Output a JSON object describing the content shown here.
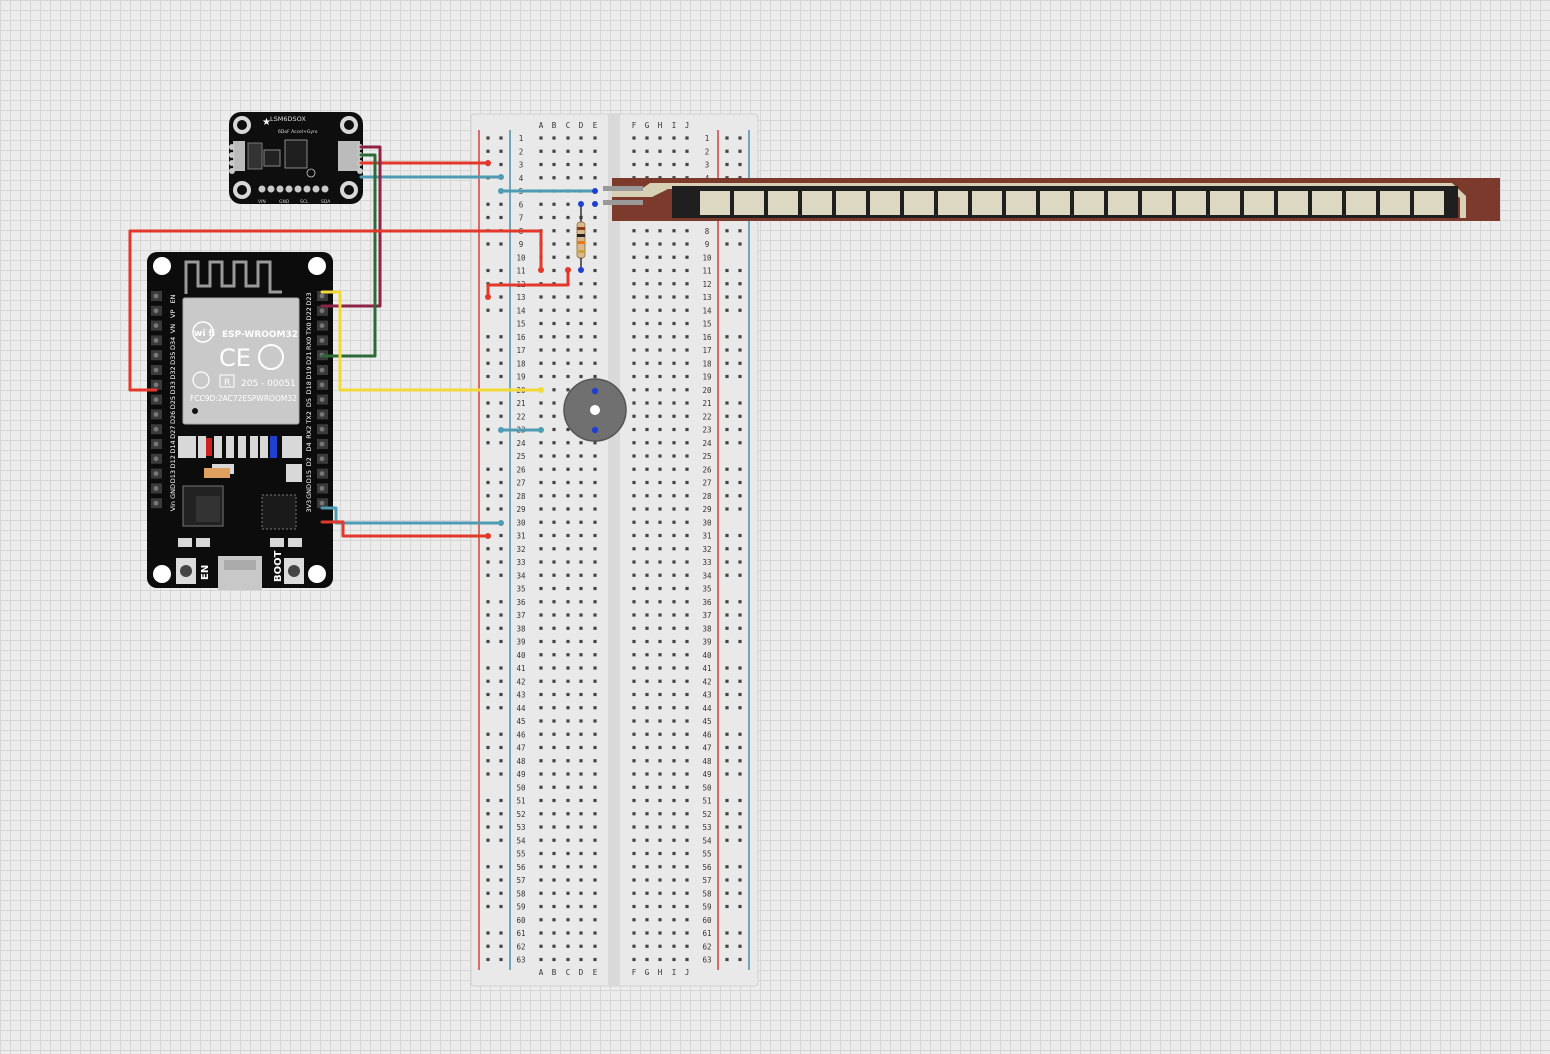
{
  "breadboard": {
    "columns_left": [
      "A",
      "B",
      "C",
      "D",
      "E"
    ],
    "columns_right": [
      "F",
      "G",
      "H",
      "I",
      "J"
    ],
    "rows": 63
  },
  "esp32": {
    "module_name": "ESP-WROOM32",
    "cert_number": "205 - 00051",
    "fcc_id": "FCC9D:2AC72ESPWROOM32",
    "wifi_mark": "wi fi",
    "ce_mark": "CE",
    "button_en": "EN",
    "button_boot": "BOOT",
    "pins_left": [
      "EN",
      "VP",
      "VN",
      "D34",
      "D35",
      "D32",
      "D33",
      "D25",
      "D26",
      "D27",
      "D14",
      "D12",
      "D13",
      "GND",
      "Vin"
    ],
    "pins_right": [
      "D23",
      "D22",
      "TX0",
      "RX0",
      "D21",
      "D19",
      "D18",
      "D5",
      "TX2",
      "RX2",
      "D4",
      "D2",
      "D15",
      "GND",
      "3V3"
    ]
  },
  "imu": {
    "title": "LSM6DSOX",
    "subtitle": "6DoF Accel+Gyro",
    "pins": [
      "VIN",
      "GND",
      "SCL",
      "SDA"
    ]
  },
  "colors": {
    "wire_red": "#e2372a",
    "wire_blue": "#4f9bb4",
    "wire_yellow": "#f3d937",
    "wire_maroon": "#8d2444",
    "wire_green": "#2c6a3a",
    "rail_red": "#d9413a",
    "rail_blue": "#4c8fb0",
    "flex_sensor": "#7b3a2b"
  }
}
